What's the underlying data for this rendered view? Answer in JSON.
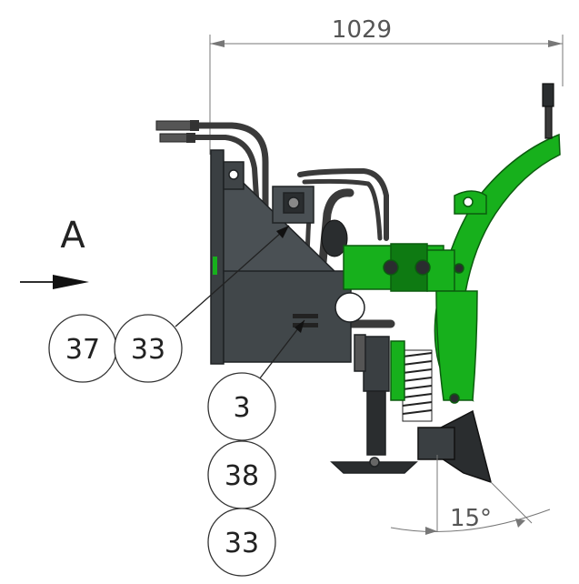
{
  "dimensions": {
    "width_label": "1029",
    "angle_label": "15°"
  },
  "view": {
    "label": "A"
  },
  "callouts": [
    "37",
    "33",
    "3",
    "38",
    "33"
  ],
  "colors": {
    "frame": "#3f4447",
    "frame_dark": "#2a2d2f",
    "green": "#17b01c",
    "green_dark": "#0e7a12",
    "hose": "#3a3a3a"
  }
}
